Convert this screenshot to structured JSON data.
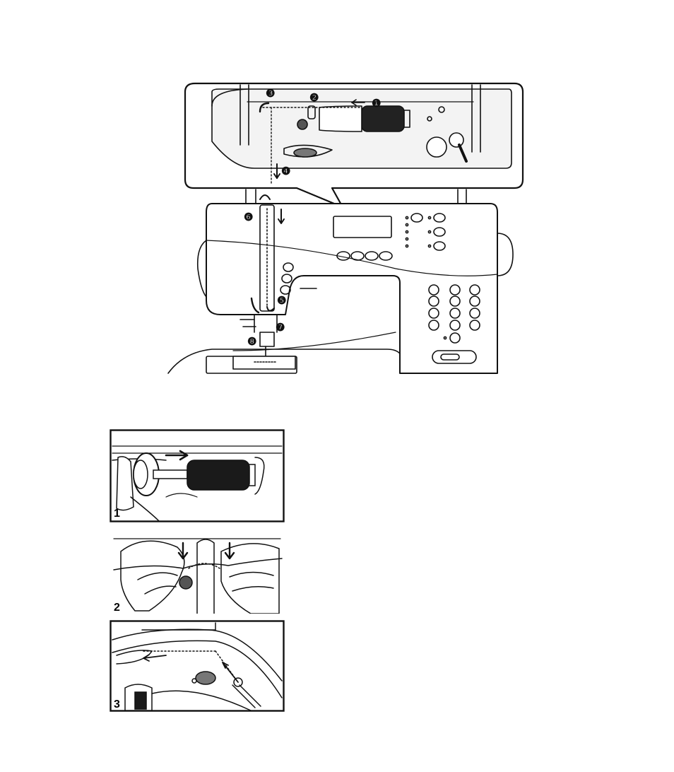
{
  "main_figure": {
    "callouts": [
      "❶",
      "❷",
      "❸",
      "❹",
      "❺",
      "❻",
      "❼",
      "❽"
    ]
  },
  "panels": [
    {
      "label": "1"
    },
    {
      "label": "2"
    },
    {
      "label": "3"
    }
  ]
}
